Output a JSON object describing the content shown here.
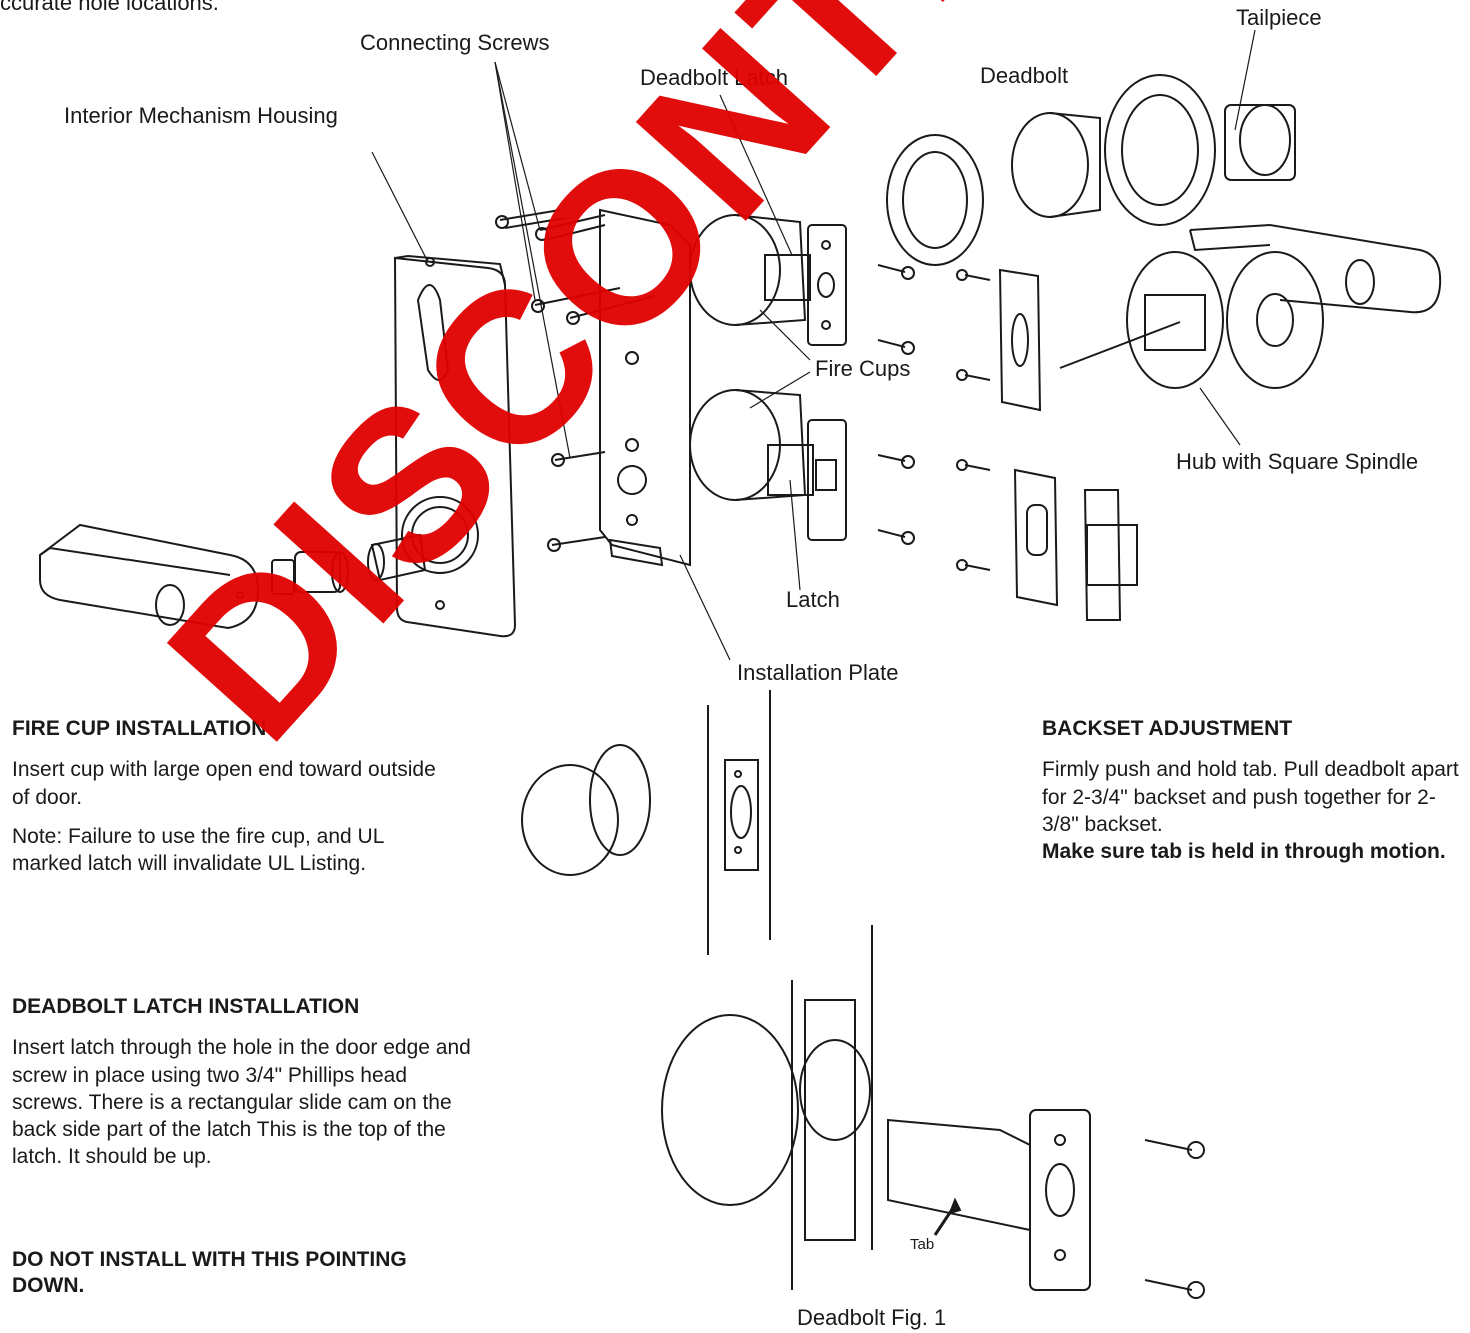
{
  "top_fragment": "ccurate hole locations.",
  "labels": {
    "tailpiece": "Tailpiece",
    "connecting_screws": "Connecting Screws",
    "deadbolt_latch": "Deadbolt Latch",
    "deadbolt": "Deadbolt",
    "interior_housing": "Interior Mechanism Housing",
    "fire_cups": "Fire Cups",
    "hub": "Hub with Square Spindle",
    "latch": "Latch",
    "installation_plate": "Installation Plate",
    "tab": "Tab",
    "fig": "Deadbolt Fig. 1"
  },
  "fire_cup": {
    "heading": "FIRE CUP INSTALLATION",
    "p1": "Insert cup with large open end toward outside of door.",
    "p2": "Note: Failure to use the fire cup, and UL marked latch will invalidate UL Listing."
  },
  "deadbolt_latch": {
    "heading": "DEADBOLT LATCH INSTALLATION",
    "p1": "Insert latch through the hole in the door edge and screw in place using two 3/4\" Phillips head screws. There is a rectangular slide cam on the back side part of the latch This is the top of the latch. It should be up.",
    "warning": "DO NOT INSTALL WITH THIS POINTING DOWN."
  },
  "backset": {
    "heading": "BACKSET ADJUSTMENT",
    "p1": "Firmly push and hold tab. Pull deadbolt apart for 2-3/4\" backset and push together for 2-3/8\" backset.",
    "bold": "Make sure tab is held in through motion."
  },
  "watermark": "DISCONTINUED"
}
